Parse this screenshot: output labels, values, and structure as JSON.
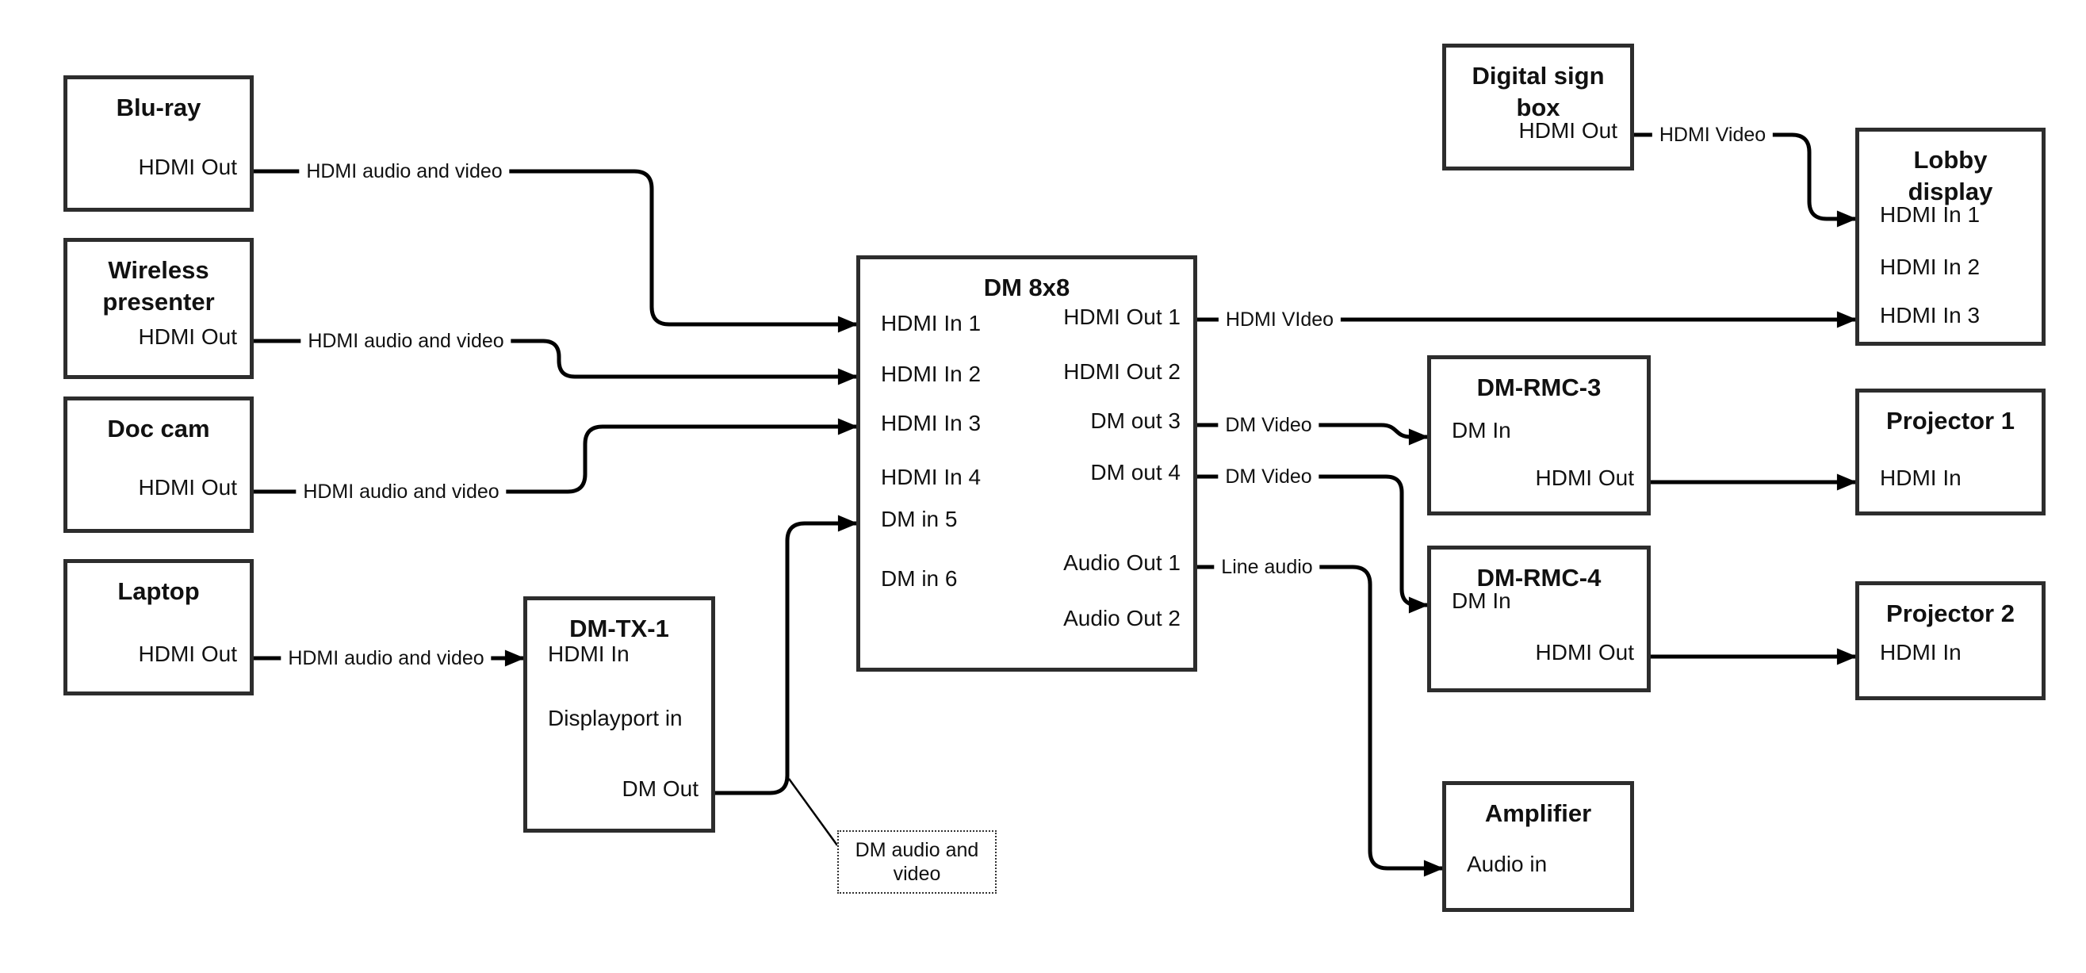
{
  "colors": {
    "background": "#ffffff",
    "box_border": "#2d2d2d",
    "wire": "#000000",
    "text": "#111111"
  },
  "nodes": [
    {
      "id": "blu-ray",
      "title": "Blu-ray",
      "ports": [
        {
          "label": "HDMI Out",
          "side": "right"
        }
      ]
    },
    {
      "id": "wireless-presenter",
      "title": "Wireless\npresenter",
      "ports": [
        {
          "label": "HDMI Out",
          "side": "right"
        }
      ]
    },
    {
      "id": "doc-cam",
      "title": "Doc cam",
      "ports": [
        {
          "label": "HDMI Out",
          "side": "right"
        }
      ]
    },
    {
      "id": "laptop",
      "title": "Laptop",
      "ports": [
        {
          "label": "HDMI Out",
          "side": "right"
        }
      ]
    },
    {
      "id": "dm-tx-1",
      "title": "DM-TX-1",
      "ports": [
        {
          "label": "HDMI In",
          "side": "left"
        },
        {
          "label": "Displayport in",
          "side": "left"
        },
        {
          "label": "DM Out",
          "side": "right"
        }
      ]
    },
    {
      "id": "dm-8x8",
      "title": "DM 8x8",
      "ports": [
        {
          "label": "HDMI In 1",
          "side": "left"
        },
        {
          "label": "HDMI In 2",
          "side": "left"
        },
        {
          "label": "HDMI In 3",
          "side": "left"
        },
        {
          "label": "HDMI In 4",
          "side": "left"
        },
        {
          "label": "DM in 5",
          "side": "left"
        },
        {
          "label": "DM in 6",
          "side": "left"
        },
        {
          "label": "HDMI Out 1",
          "side": "right"
        },
        {
          "label": "HDMI Out 2",
          "side": "right"
        },
        {
          "label": "DM out 3",
          "side": "right"
        },
        {
          "label": "DM out 4",
          "side": "right"
        },
        {
          "label": "Audio Out 1",
          "side": "right"
        },
        {
          "label": "Audio Out 2",
          "side": "right"
        }
      ]
    },
    {
      "id": "digital-sign-box",
      "title": "Digital sign\nbox",
      "ports": [
        {
          "label": "HDMI Out",
          "side": "right"
        }
      ]
    },
    {
      "id": "lobby-display",
      "title": "Lobby\ndisplay",
      "ports": [
        {
          "label": "HDMI In 1",
          "side": "left"
        },
        {
          "label": "HDMI In 2",
          "side": "left"
        },
        {
          "label": "HDMI In 3",
          "side": "left"
        }
      ]
    },
    {
      "id": "dm-rmc-3",
      "title": "DM-RMC-3",
      "ports": [
        {
          "label": "DM In",
          "side": "left"
        },
        {
          "label": "HDMI Out",
          "side": "right"
        }
      ]
    },
    {
      "id": "projector-1",
      "title": "Projector 1",
      "ports": [
        {
          "label": "HDMI In",
          "side": "left"
        }
      ]
    },
    {
      "id": "dm-rmc-4",
      "title": "DM-RMC-4",
      "ports": [
        {
          "label": "DM In",
          "side": "left"
        },
        {
          "label": "HDMI Out",
          "side": "right"
        }
      ]
    },
    {
      "id": "projector-2",
      "title": "Projector 2",
      "ports": [
        {
          "label": "HDMI In",
          "side": "left"
        }
      ]
    },
    {
      "id": "amplifier",
      "title": "Amplifier",
      "ports": [
        {
          "label": "Audio in",
          "side": "left"
        }
      ]
    }
  ],
  "connections": [
    {
      "id": "c1",
      "from": "Blu-ray HDMI Out",
      "to": "DM 8x8 HDMI In 1",
      "label": "HDMI audio and video"
    },
    {
      "id": "c2",
      "from": "Wireless presenter HDMI Out",
      "to": "DM 8x8 HDMI In 2",
      "label": "HDMI audio and video"
    },
    {
      "id": "c3",
      "from": "Doc cam HDMI Out",
      "to": "DM 8x8 HDMI In 3",
      "label": "HDMI audio and video"
    },
    {
      "id": "c4",
      "from": "Laptop HDMI Out",
      "to": "DM-TX-1 HDMI In",
      "label": "HDMI audio and video"
    },
    {
      "id": "c5",
      "from": "DM-TX-1 DM Out",
      "to": "DM 8x8 DM in 5",
      "label": ""
    },
    {
      "id": "c6",
      "from": "DM 8x8 HDMI Out 1",
      "to": "Lobby display HDMI In 3",
      "label": "HDMI VIdeo"
    },
    {
      "id": "c7",
      "from": "DM 8x8 DM out 3",
      "to": "DM-RMC-3 DM In",
      "label": "DM Video"
    },
    {
      "id": "c8",
      "from": "DM 8x8 DM out 4",
      "to": "DM-RMC-4 DM In",
      "label": "DM Video"
    },
    {
      "id": "c9",
      "from": "DM 8x8 Audio Out 1",
      "to": "Amplifier Audio in",
      "label": "Line audio"
    },
    {
      "id": "c10",
      "from": "DM-RMC-3 HDMI Out",
      "to": "Projector 1 HDMI In",
      "label": ""
    },
    {
      "id": "c11",
      "from": "DM-RMC-4 HDMI Out",
      "to": "Projector 2 HDMI In",
      "label": ""
    },
    {
      "id": "c12",
      "from": "Digital sign box HDMI Out",
      "to": "Lobby display HDMI In 1",
      "label": "HDMI Video"
    }
  ],
  "callout": {
    "text": "DM audio and\nvideo",
    "attached_to": "c5"
  }
}
